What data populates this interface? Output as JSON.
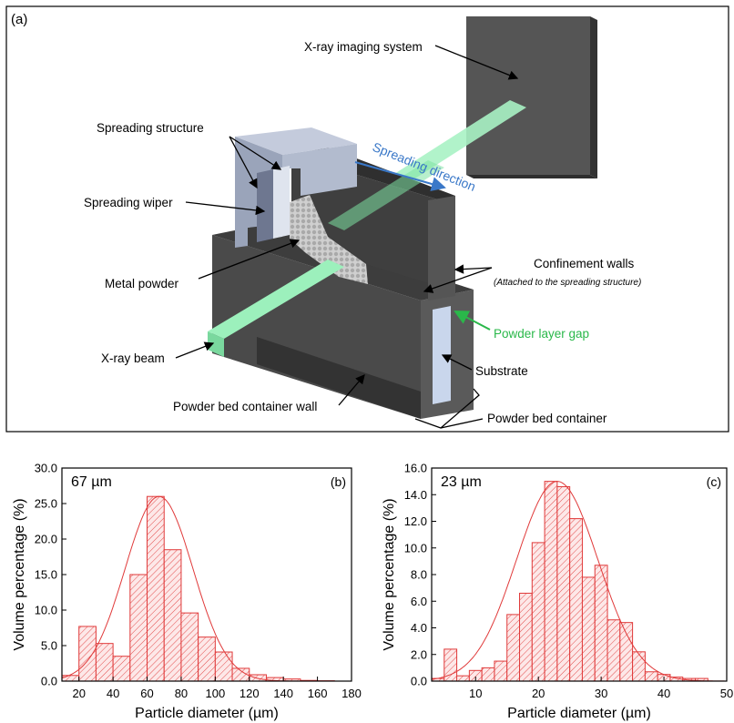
{
  "figure_a": {
    "panel_label": "(a)",
    "labels": {
      "xray_imaging_system": "X-ray imaging system",
      "spreading_structure": "Spreading structure",
      "spreading_direction": "Spreading direction",
      "spreading_wiper": "Spreading wiper",
      "metal_powder": "Metal powder",
      "confinement_walls": "Confinement walls",
      "confinement_note": "(Attached to the spreading structure)",
      "powder_layer_gap": "Powder layer gap",
      "xray_beam": "X-ray beam",
      "substrate": "Substrate",
      "container_wall": "Powder bed container wall",
      "container": "Powder bed container"
    },
    "colors": {
      "beam": "#8ef0b0",
      "direction_label": "#3a78c8",
      "gap_label": "#2ab84a",
      "block_dark": "#4a4a4a",
      "spreader": "#aab4c6"
    }
  },
  "chart_data": [
    {
      "type": "bar",
      "panel_label": "(b)",
      "annotation": "67 µm",
      "xlabel": "Particle diameter (µm)",
      "ylabel": "Volume percentage (%)",
      "xlim": [
        10,
        180
      ],
      "ylim": [
        0,
        30
      ],
      "xticks": [
        20,
        40,
        60,
        80,
        100,
        120,
        140,
        160,
        180
      ],
      "yticks": [
        "0.0",
        "5.0",
        "10.0",
        "15.0",
        "20.0",
        "25.0",
        "30.0"
      ],
      "bin_width": 10,
      "bin_starts": [
        10,
        20,
        30,
        40,
        50,
        60,
        70,
        80,
        90,
        100,
        110,
        120,
        130,
        140,
        150,
        160
      ],
      "values": [
        0.8,
        7.7,
        5.3,
        3.5,
        15.0,
        26.0,
        18.5,
        9.6,
        6.2,
        4.1,
        1.8,
        0.9,
        0.5,
        0.3,
        0.1,
        0.05
      ],
      "fit": {
        "type": "gaussian",
        "mean": 67,
        "sd": 20,
        "peak": 26.0
      },
      "color": "#e03a3a"
    },
    {
      "type": "bar",
      "panel_label": "(c)",
      "annotation": "23 µm",
      "xlabel": "Particle diameter (µm)",
      "ylabel": "Volume percentage (%)",
      "xlim": [
        3,
        50
      ],
      "ylim": [
        0,
        16
      ],
      "xticks": [
        10,
        20,
        30,
        40,
        50
      ],
      "yticks": [
        "0.0",
        "2.0",
        "4.0",
        "6.0",
        "8.0",
        "10.0",
        "12.0",
        "14.0",
        "16.0"
      ],
      "bin_width": 2,
      "bin_starts": [
        3,
        5,
        7,
        9,
        11,
        13,
        15,
        17,
        19,
        21,
        23,
        25,
        27,
        29,
        31,
        33,
        35,
        37,
        39,
        41,
        43,
        45
      ],
      "values": [
        0.2,
        2.4,
        0.4,
        0.8,
        1.0,
        1.5,
        5.0,
        6.6,
        10.4,
        15.0,
        14.6,
        12.2,
        7.8,
        8.7,
        4.6,
        4.4,
        2.2,
        0.7,
        0.5,
        0.3,
        0.2,
        0.2
      ],
      "fit": {
        "type": "gaussian",
        "mean": 23,
        "sd": 6.5,
        "peak": 15.0
      },
      "color": "#e03a3a"
    }
  ]
}
